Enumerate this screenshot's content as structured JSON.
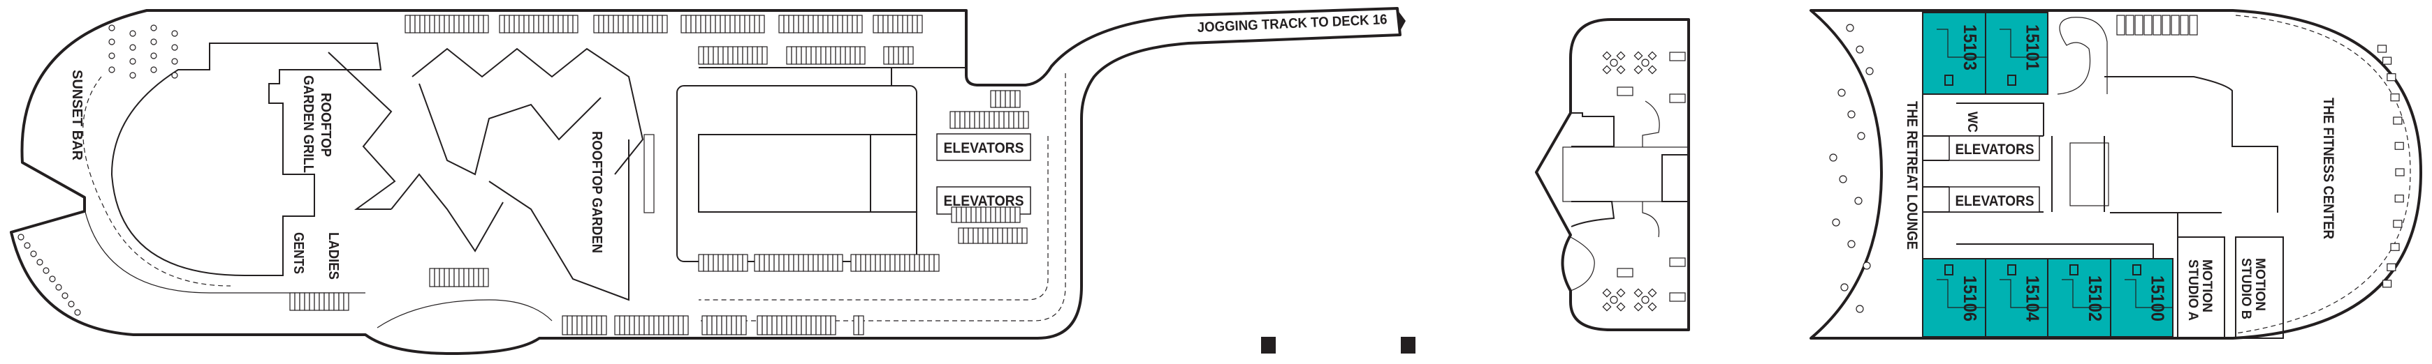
{
  "colors": {
    "cabin": "#00b2b2",
    "line": "#231f20",
    "background": "#ffffff"
  },
  "aft": {
    "sunset_bar": "SUNSET BAR",
    "grill_line1": "ROOFTOP",
    "grill_line2": "GARDEN GRILL",
    "ladies": "LADIES",
    "gents": "GENTS",
    "rooftop_garden": "ROOFTOP GARDEN",
    "elevators_1": "ELEVATORS",
    "elevators_2": "ELEVATORS",
    "jogging_track": "JOGGING TRACK TO DECK 16"
  },
  "forward": {
    "retreat_lounge": "THE RETREAT LOUNGE",
    "wc": "WC",
    "elevators_1": "ELEVATORS",
    "elevators_2": "ELEVATORS",
    "fitness_center": "THE FITNESS CENTER",
    "motion_studio_a_line1": "MOTION",
    "motion_studio_a_line2": "STUDIO A",
    "motion_studio_b_line1": "MOTION",
    "motion_studio_b_line2": "STUDIO B",
    "cabins_top": [
      "15103",
      "15101"
    ],
    "cabins_bottom": [
      "15106",
      "15104",
      "15102",
      "15100"
    ]
  }
}
